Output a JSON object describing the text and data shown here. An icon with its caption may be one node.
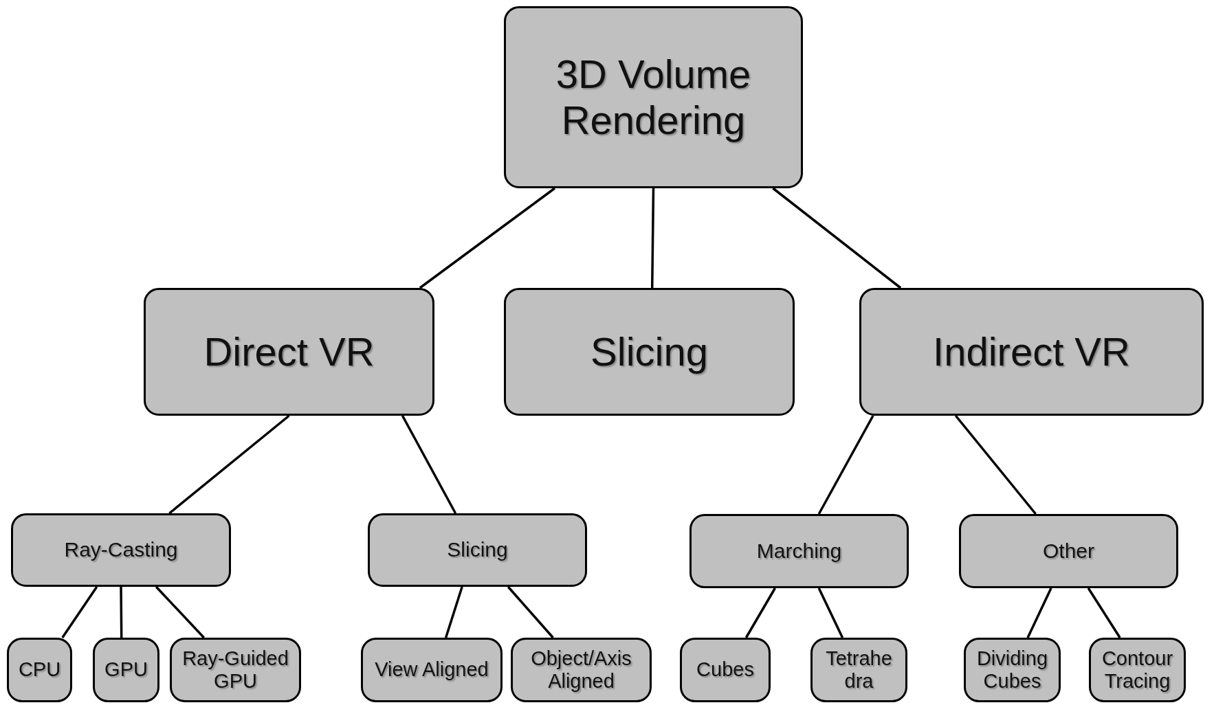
{
  "diagram": {
    "nodes": [
      {
        "text": [
          "3D Volume Rendering"
        ]
      },
      {
        "text": [
          "Direct VR"
        ]
      },
      {
        "text": [
          "Slicing"
        ]
      },
      {
        "text": [
          "Indirect VR"
        ]
      },
      {
        "text": [
          "Ray-Casting"
        ]
      },
      {
        "text": [
          "Slicing"
        ]
      },
      {
        "text": [
          "Marching"
        ]
      },
      {
        "text": [
          "Other"
        ]
      },
      {
        "text": [
          "CPU"
        ]
      },
      {
        "text": [
          "GPU"
        ]
      },
      {
        "text": [
          "Ray-Guided GPU"
        ]
      },
      {
        "text": [
          "View Aligned"
        ]
      },
      {
        "text": [
          "Object/Axis Aligned"
        ]
      },
      {
        "text": [
          "Cubes"
        ]
      },
      {
        "text": [
          "Tetrahe dra"
        ]
      },
      {
        "text": [
          "Dividing Cubes"
        ]
      },
      {
        "text": [
          "Contour Tracing"
        ]
      }
    ],
    "edges": [
      {
        "from": 0,
        "to": 1,
        "arrow": "none"
      },
      {
        "from": 0,
        "to": 2,
        "arrow": "none"
      },
      {
        "from": 0,
        "to": 3,
        "arrow": "none"
      },
      {
        "from": 1,
        "to": 4,
        "arrow": "none"
      },
      {
        "from": 1,
        "to": 5,
        "arrow": "none"
      },
      {
        "from": 3,
        "to": 6,
        "arrow": "none"
      },
      {
        "from": 3,
        "to": 7,
        "arrow": "none"
      },
      {
        "from": 4,
        "to": 8,
        "arrow": "none"
      },
      {
        "from": 4,
        "to": 9,
        "arrow": "none"
      },
      {
        "from": 4,
        "to": 10,
        "arrow": "none"
      },
      {
        "from": 5,
        "to": 11,
        "arrow": "none"
      },
      {
        "from": 5,
        "to": 12,
        "arrow": "none"
      },
      {
        "from": 6,
        "to": 13,
        "arrow": "none"
      },
      {
        "from": 6,
        "to": 14,
        "arrow": "none"
      },
      {
        "from": 7,
        "to": 15,
        "arrow": "none"
      },
      {
        "from": 7,
        "to": 16,
        "arrow": "none"
      }
    ]
  }
}
